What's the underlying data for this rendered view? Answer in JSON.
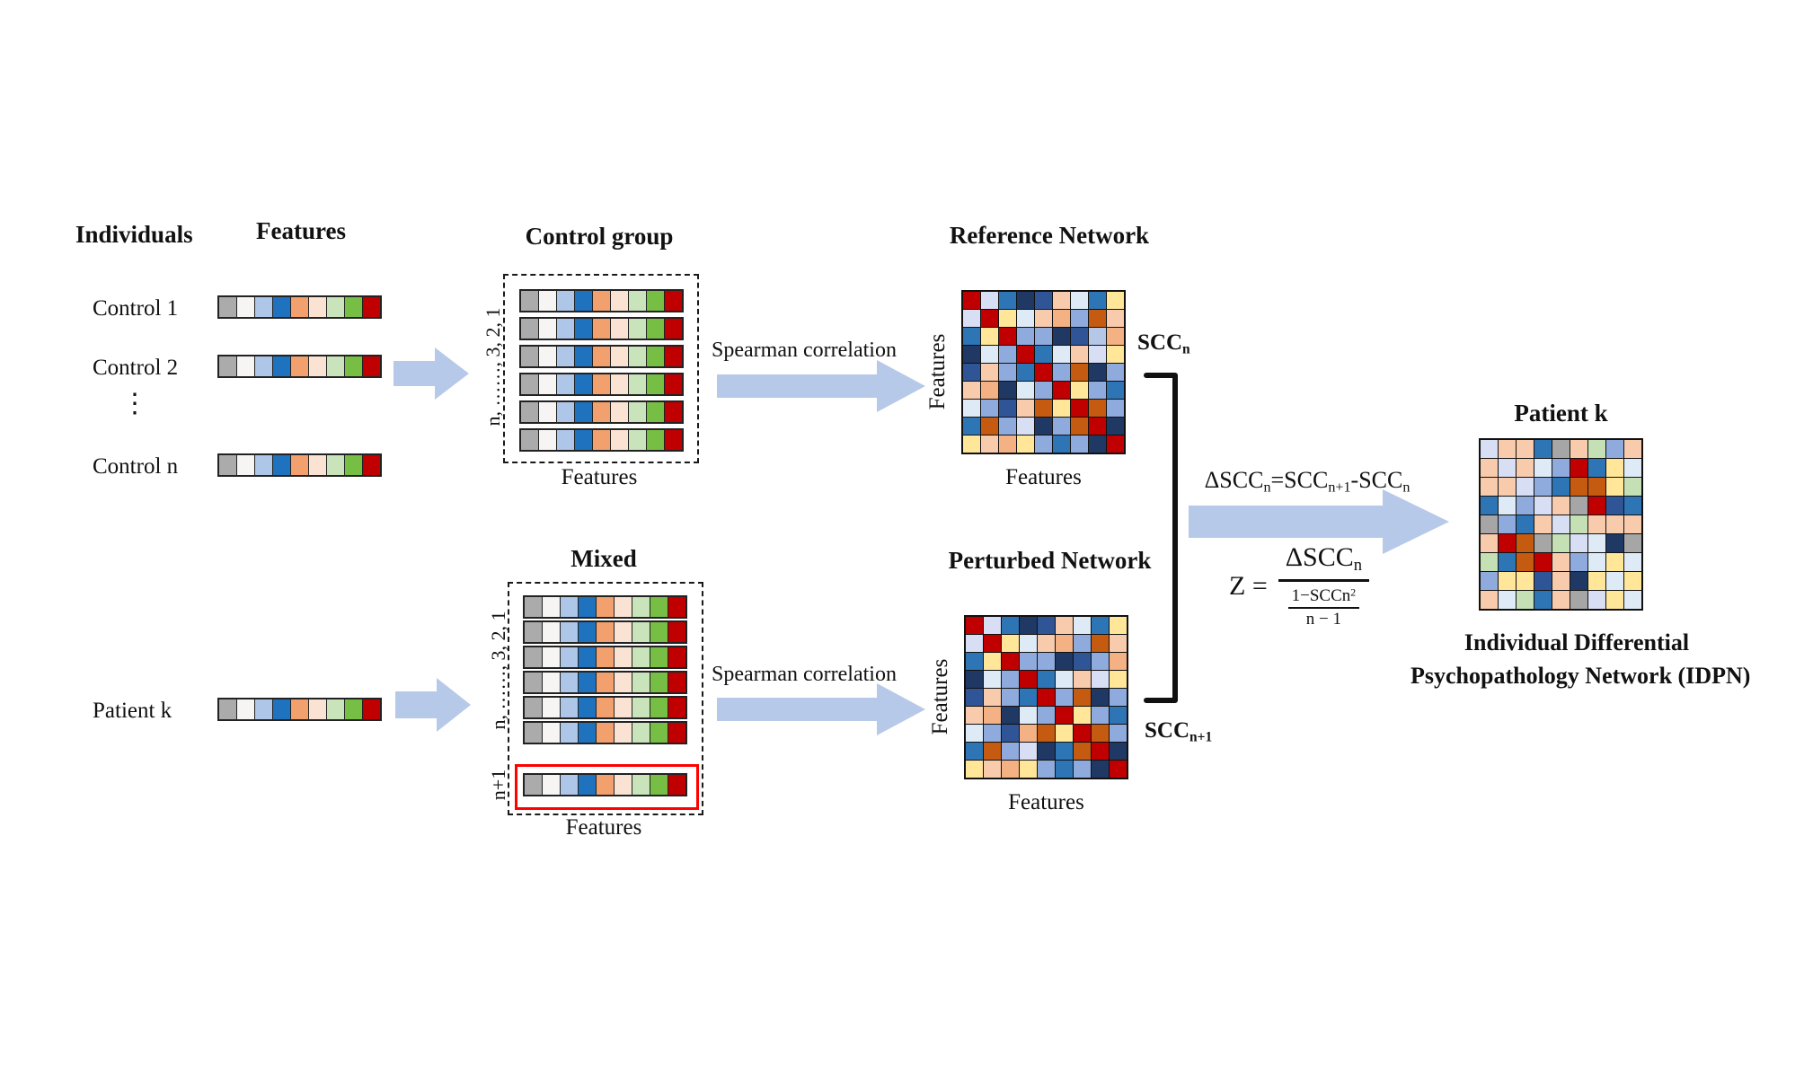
{
  "palette": {
    "arrow_fill": "#B7C9E8",
    "highlight_red": "#FF0000",
    "strip": {
      "GY": "#ABABAB",
      "WH": "#F6F5F3",
      "LB": "#AEC6E8",
      "BL": "#1F72BE",
      "OR": "#F2A16E",
      "PE": "#FAE3D3",
      "PG": "#C9E4BA",
      "GR": "#76BE44",
      "RD": "#C00000"
    },
    "matrix": {
      "R": "#C00000",
      "LV": "#D8DEF3",
      "B": "#2E75B6",
      "N": "#1F3864",
      "DB": "#2F5597",
      "P": "#F8CBAD",
      "PB": "#DEEBF7",
      "Y": "#FFE699",
      "O": "#F4B183",
      "DO": "#C55A11",
      "MB": "#8FAADC",
      "LB": "#B4C7E7",
      "GY": "#A6A6A6",
      "GN": "#C5E0B4"
    }
  },
  "left": {
    "header_individuals": "Individuals",
    "header_features": "Features",
    "row_labels": [
      "Control 1",
      "Control 2",
      "Control n",
      "Patient k"
    ],
    "ellipsis": "⋮",
    "strip_colors": [
      "GY",
      "WH",
      "LB",
      "BL",
      "OR",
      "PE",
      "PG",
      "GR",
      "RD"
    ]
  },
  "control_group": {
    "title": "Control group",
    "axis_label": "n, ……, 3, 2, 1",
    "features_label": "Features"
  },
  "mixed": {
    "title": "Mixed",
    "axis_label": "n, ……, 3, 2, 1",
    "extra_row_label": "n+1",
    "features_label": "Features"
  },
  "arrows": {
    "spearman_label_top": "Spearman correlation",
    "spearman_label_bottom": "Spearman correlation"
  },
  "reference_network": {
    "title": "Reference Network",
    "y_axis": "Features",
    "x_axis": "Features",
    "scc_tokens": [
      {
        "t": "SCC"
      },
      {
        "t": "n",
        "sub": true
      }
    ],
    "cells": [
      [
        "R",
        "LV",
        "B",
        "N",
        "DB",
        "P",
        "PB",
        "B",
        "Y"
      ],
      [
        "LV",
        "R",
        "Y",
        "PB",
        "P",
        "O",
        "MB",
        "DO",
        "P"
      ],
      [
        "B",
        "Y",
        "R",
        "MB",
        "MB",
        "N",
        "DB",
        "LB",
        "O"
      ],
      [
        "N",
        "PB",
        "MB",
        "R",
        "B",
        "PB",
        "P",
        "LV",
        "Y"
      ],
      [
        "DB",
        "P",
        "MB",
        "B",
        "R",
        "MB",
        "DO",
        "N",
        "MB"
      ],
      [
        "P",
        "O",
        "N",
        "PB",
        "MB",
        "R",
        "Y",
        "MB",
        "B"
      ],
      [
        "PB",
        "MB",
        "DB",
        "P",
        "DO",
        "Y",
        "R",
        "DO",
        "MB"
      ],
      [
        "B",
        "DO",
        "MB",
        "LV",
        "N",
        "MB",
        "DO",
        "R",
        "N"
      ],
      [
        "Y",
        "P",
        "O",
        "Y",
        "MB",
        "B",
        "MB",
        "N",
        "R"
      ]
    ]
  },
  "perturbed_network": {
    "title": "Perturbed Network",
    "y_axis": "Features",
    "x_axis": "Features",
    "scc_tokens": [
      {
        "t": "SCC"
      },
      {
        "t": "n+1",
        "sub": true
      }
    ],
    "cells": [
      [
        "R",
        "LV",
        "B",
        "N",
        "DB",
        "P",
        "PB",
        "B",
        "Y"
      ],
      [
        "LV",
        "R",
        "Y",
        "PB",
        "P",
        "O",
        "MB",
        "DO",
        "P"
      ],
      [
        "B",
        "Y",
        "R",
        "MB",
        "MB",
        "N",
        "DB",
        "MB",
        "O"
      ],
      [
        "N",
        "PB",
        "MB",
        "R",
        "B",
        "PB",
        "P",
        "LV",
        "Y"
      ],
      [
        "DB",
        "P",
        "MB",
        "B",
        "R",
        "MB",
        "DO",
        "N",
        "MB"
      ],
      [
        "P",
        "O",
        "N",
        "PB",
        "MB",
        "R",
        "Y",
        "MB",
        "B"
      ],
      [
        "PB",
        "MB",
        "DB",
        "O",
        "DO",
        "Y",
        "R",
        "DO",
        "MB"
      ],
      [
        "B",
        "DO",
        "MB",
        "LV",
        "N",
        "B",
        "DO",
        "R",
        "N"
      ],
      [
        "Y",
        "P",
        "O",
        "Y",
        "MB",
        "B",
        "MB",
        "N",
        "R"
      ]
    ]
  },
  "formulas": {
    "delta_tokens": [
      {
        "t": "ΔSCC"
      },
      {
        "t": "n",
        "sub": true
      },
      {
        "t": "=SCC"
      },
      {
        "t": "n+1",
        "sub": true
      },
      {
        "t": "-SCC"
      },
      {
        "t": "n",
        "sub": true
      }
    ],
    "z_lhs": "Z =",
    "z_num_tokens": [
      {
        "t": "ΔSCC"
      },
      {
        "t": "n",
        "sub": true
      }
    ],
    "z_den_top_tokens": [
      {
        "t": "1−SCCn"
      },
      {
        "t": "2",
        "sup": true
      }
    ],
    "z_den_bottom": "n − 1"
  },
  "patient": {
    "title": "Patient k",
    "caption_line1": "Individual Differential",
    "caption_line2": "Psychopathology Network (IDPN)",
    "cells": [
      [
        "LV",
        "P",
        "P",
        "B",
        "GY",
        "P",
        "GN",
        "MB",
        "P"
      ],
      [
        "P",
        "LV",
        "P",
        "PB",
        "MB",
        "R",
        "B",
        "Y",
        "PB"
      ],
      [
        "P",
        "P",
        "LV",
        "MB",
        "B",
        "DO",
        "DO",
        "Y",
        "GN"
      ],
      [
        "B",
        "PB",
        "MB",
        "LV",
        "P",
        "GY",
        "R",
        "DB",
        "B"
      ],
      [
        "GY",
        "MB",
        "B",
        "P",
        "LV",
        "GN",
        "P",
        "P",
        "P"
      ],
      [
        "P",
        "R",
        "DO",
        "GY",
        "GN",
        "LV",
        "PB",
        "N",
        "GY"
      ],
      [
        "GN",
        "B",
        "DO",
        "R",
        "P",
        "MB",
        "PB",
        "Y",
        "PB"
      ],
      [
        "MB",
        "Y",
        "Y",
        "DB",
        "P",
        "N",
        "Y",
        "PB",
        "Y"
      ],
      [
        "P",
        "PB",
        "GN",
        "B",
        "P",
        "GY",
        "LV",
        "Y",
        "PB"
      ]
    ]
  }
}
